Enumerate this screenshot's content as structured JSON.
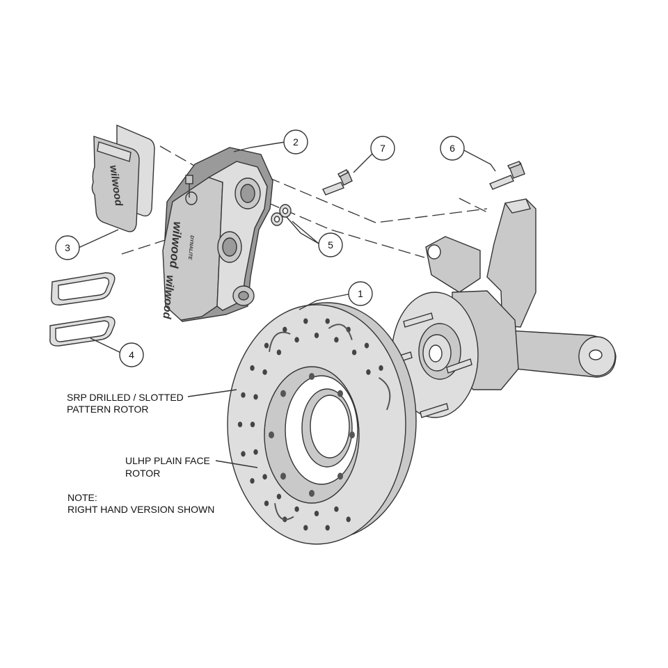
{
  "callouts": {
    "c1": "1",
    "c2": "2",
    "c3": "3",
    "c4": "4",
    "c5": "5",
    "c6": "6",
    "c7": "7"
  },
  "labels": {
    "srp_line1": "SRP DRILLED / SLOTTED",
    "srp_line2": "PATTERN ROTOR",
    "ulhp_line1": "ULHP PLAIN FACE",
    "ulhp_line2": "ROTOR",
    "note_line1": "NOTE:",
    "note_line2": "RIGHT HAND VERSION SHOWN"
  },
  "branding": {
    "pad_logo": "wilwood",
    "caliper_logo_1": "wilwood",
    "caliper_logo_2": "wilwood",
    "caliper_sub": "DYNALITE"
  },
  "colors": {
    "line": "#333333",
    "part_fill": "#c9c9c9",
    "background": "#ffffff"
  }
}
